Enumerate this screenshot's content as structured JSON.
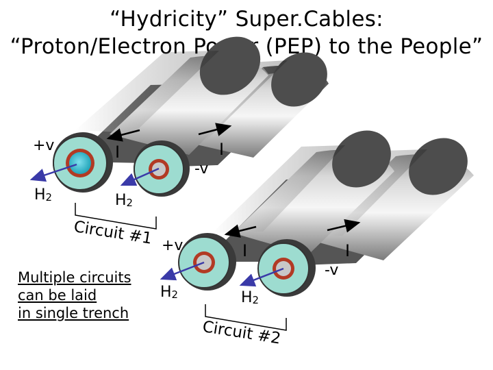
{
  "title": {
    "line1": "“Hydricity” Super.Cables:",
    "line2": "“Proton/Electron Power (PEP) to the People”"
  },
  "circuit1": {
    "label": "Circuit #1",
    "plus_v": "+v",
    "minus_v": "-v",
    "current_a": "I",
    "current_b": "I",
    "h2_a": {
      "base": "H",
      "sub": "2"
    },
    "h2_b": {
      "base": "H",
      "sub": "2"
    }
  },
  "circuit2": {
    "label": "Circuit #2",
    "plus_v": "+v",
    "minus_v": "-v",
    "current_a": "I",
    "current_b": "I",
    "h2_a": {
      "base": "H",
      "sub": "2"
    },
    "h2_b": {
      "base": "H",
      "sub": "2"
    }
  },
  "note": {
    "lines": [
      "Multiple circuits",
      "can be laid",
      "in single trench"
    ]
  },
  "colors": {
    "cable_shadow": "#3a3a3a",
    "cable_light": "#f4f4f4",
    "cable_dark": "#6e6e6e",
    "insulation": "#9ddcd0",
    "conductor_ring": "#b23a24",
    "hydrogen_core": "#27b6c8",
    "arrow_blue": "#3a3aa8"
  }
}
